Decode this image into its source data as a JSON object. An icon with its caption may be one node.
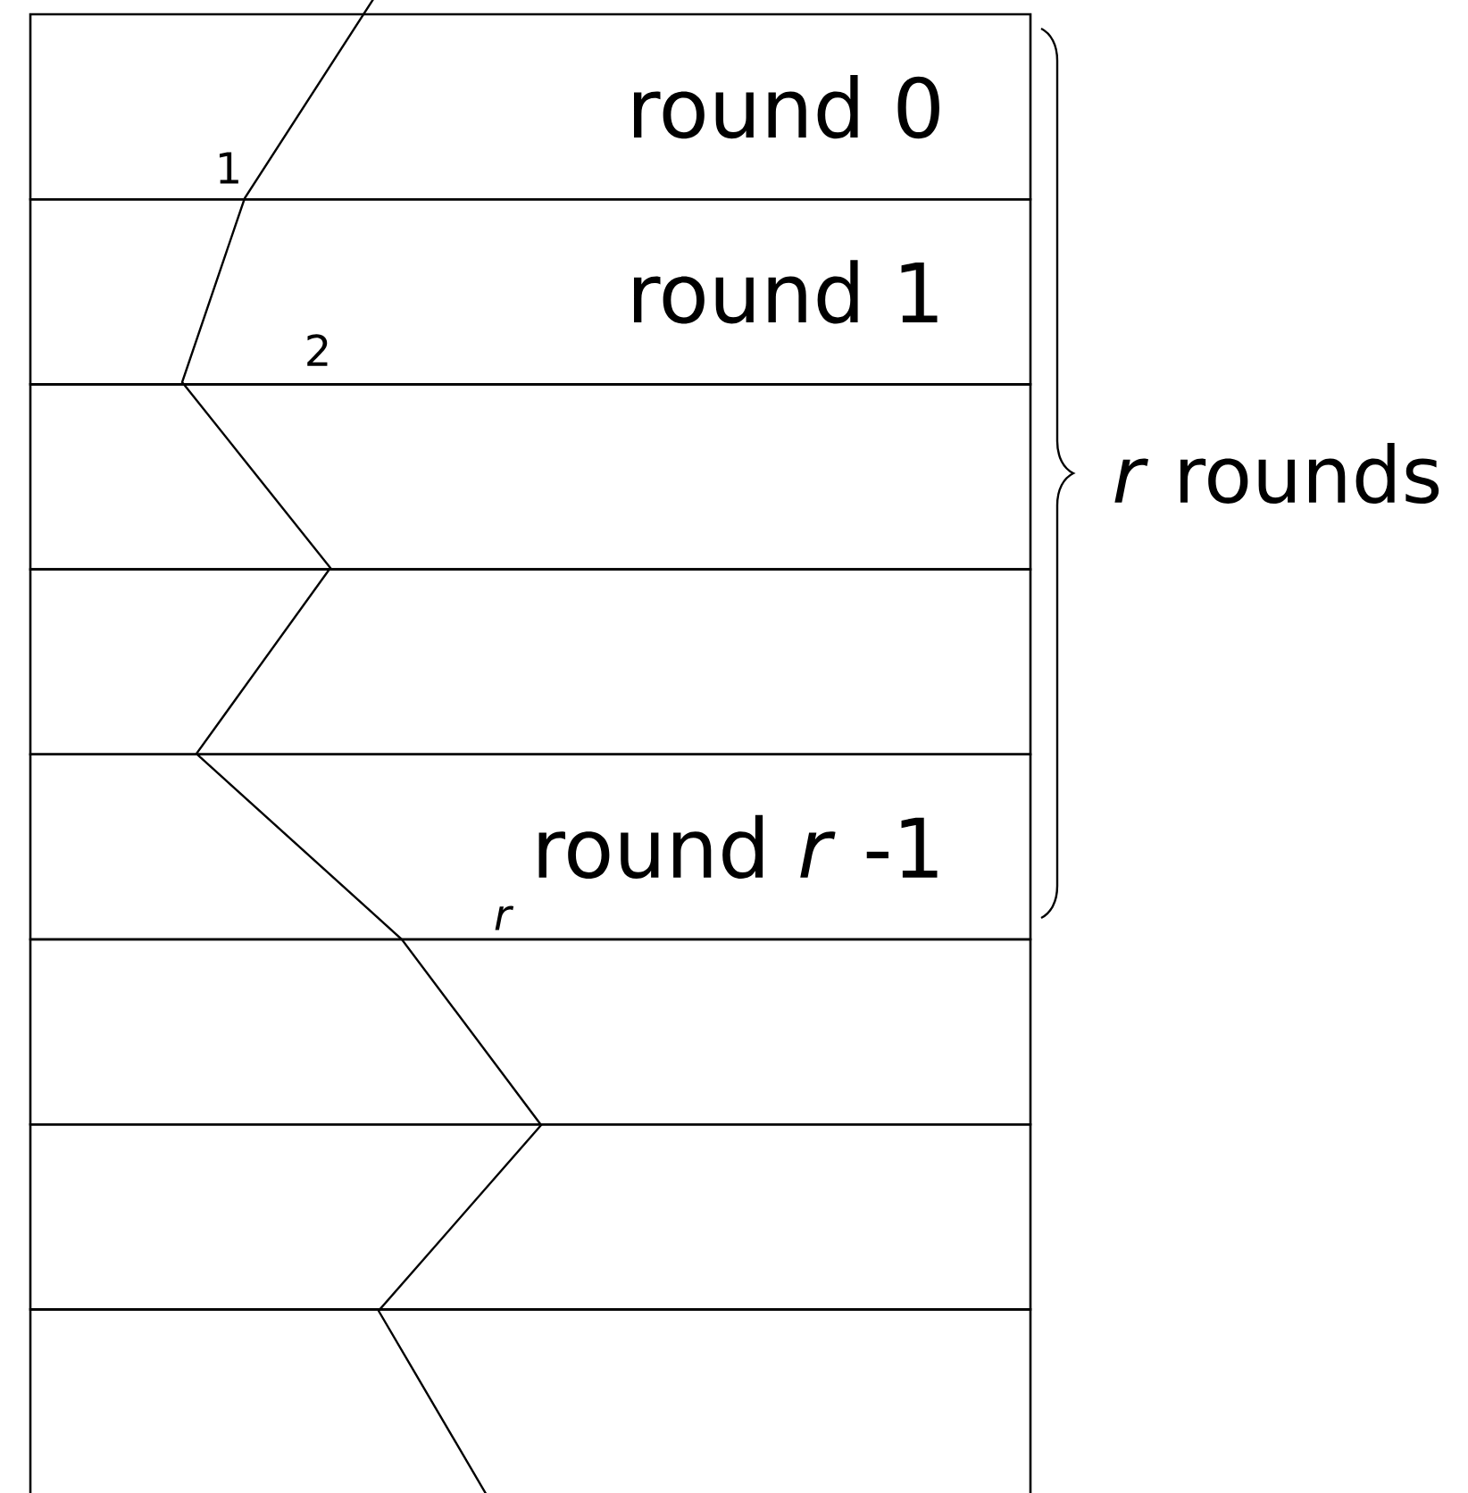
{
  "diagram": {
    "nodes": [
      {
        "text": [
          "round 0"
        ]
      },
      {
        "text": [
          "round 1"
        ]
      },
      {
        "text": [],
        "shape": "box"
      },
      {
        "text": [],
        "shape": "box"
      },
      {
        "text": [
          "round *r* -1"
        ]
      },
      {
        "text": [],
        "shape": "box"
      },
      {
        "text": [],
        "shape": "box"
      },
      {
        "text": [],
        "shape": "box"
      }
    ],
    "labels": [
      "1",
      "2",
      "*r*",
      "*r* rounds"
    ]
  }
}
